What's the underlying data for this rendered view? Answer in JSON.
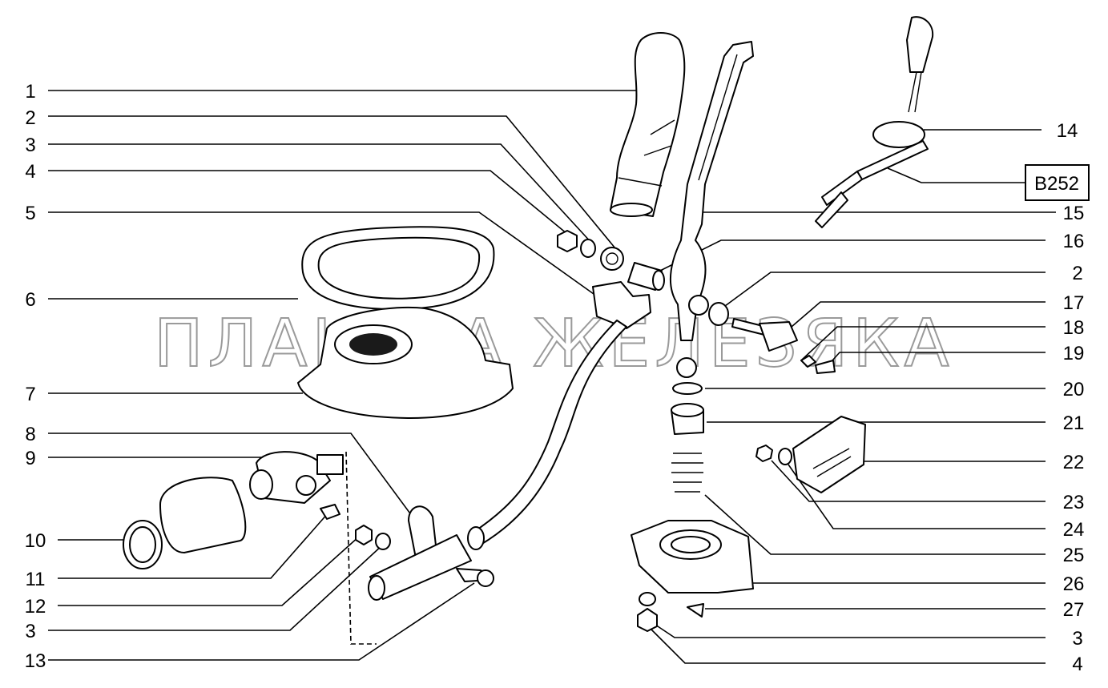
{
  "callouts_left": [
    "1",
    "2",
    "3",
    "4",
    "5",
    "6",
    "7",
    "8",
    "9",
    "10",
    "11",
    "12",
    "3",
    "13"
  ],
  "callouts_right": [
    "14",
    "15",
    "16",
    "2",
    "17",
    "18",
    "19",
    "20",
    "21",
    "22",
    "23",
    "24",
    "25",
    "26",
    "27",
    "3",
    "4"
  ],
  "reference_box": "B252",
  "watermark": "ПЛАНЕТА ЖЕЛЕЗЯКА"
}
